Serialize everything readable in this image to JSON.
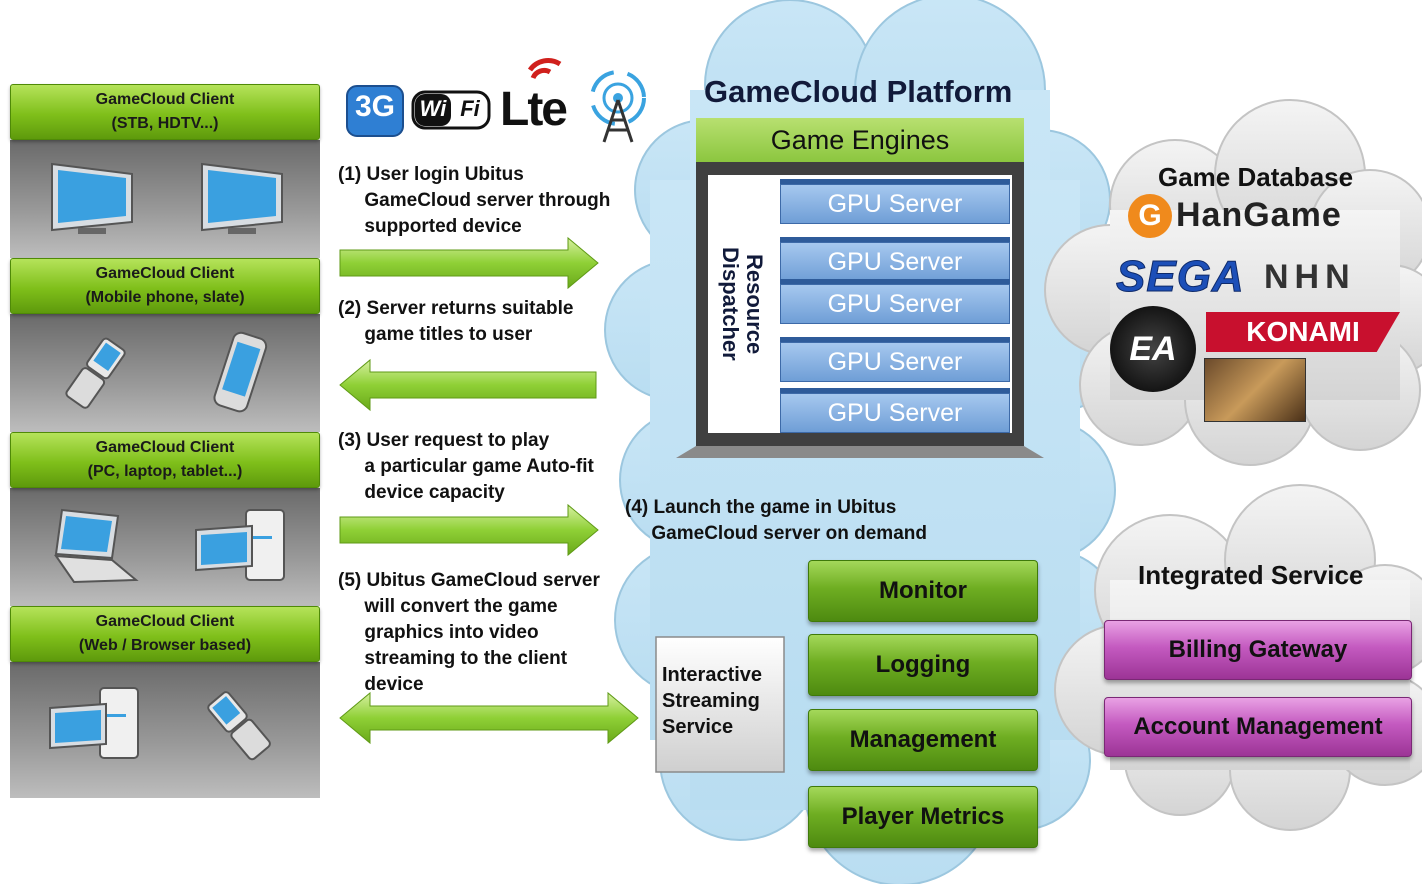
{
  "clients": [
    {
      "title": "GameCloud Client",
      "subtitle": "(STB, HDTV...)",
      "devices": [
        "tv-icon",
        "tv-icon"
      ]
    },
    {
      "title": "GameCloud Client",
      "subtitle": "(Mobile phone, slate)",
      "devices": [
        "flip-phone-icon",
        "smartphone-icon"
      ]
    },
    {
      "title": "GameCloud Client",
      "subtitle": "(PC, laptop, tablet...)",
      "devices": [
        "laptop-icon",
        "desktop-pc-icon"
      ]
    },
    {
      "title": "GameCloud Client",
      "subtitle": "(Web / Browser based)",
      "devices": [
        "desktop-pc-icon",
        "flip-phone-icon"
      ]
    }
  ],
  "network_logos": {
    "three_g": "3G",
    "wifi_a": "Wi",
    "wifi_b": "Fi",
    "lte": "Lte"
  },
  "steps": [
    {
      "number": "(1)",
      "text": "User login Ubitus\n     GameCloud server through\n     supported device"
    },
    {
      "number": "(2)",
      "text": "Server returns suitable\n     game titles to user"
    },
    {
      "number": "(3)",
      "text": "User request to play\n     a particular game Auto-fit\n     device capacity"
    },
    {
      "number": "(4)",
      "text": "Launch the game in Ubitus\n     GameCloud server on demand"
    },
    {
      "number": "(5)",
      "text": "Ubitus GameCloud server\n     will convert the game\n     graphics into video\n     streaming to the client\n     device"
    }
  ],
  "platform": {
    "title": "GameCloud Platform",
    "engines_label": "Game Engines",
    "dispatcher_label": "Resource\nDispatcher",
    "gpu_servers": [
      "GPU Server",
      "GPU Server",
      "GPU Server",
      "GPU Server",
      "GPU Server"
    ],
    "streaming_label": "Interactive\nStreaming\nService",
    "services": [
      "Monitor",
      "Logging",
      "Management",
      "Player Metrics"
    ]
  },
  "game_database": {
    "title": "Game Database",
    "logos": {
      "hangame": "HanGame",
      "sega": "SEGA",
      "nhn": "NHN",
      "ea": "EA",
      "konami": "KONAMI"
    }
  },
  "integrated_service": {
    "title": "Integrated Service",
    "items": [
      "Billing Gateway",
      "Account Management"
    ]
  },
  "colors": {
    "green": "#7fbf1a",
    "blue_gpu": "#6f9ed6",
    "pink": "#c45ac0",
    "cloud": "#cce8f6"
  }
}
